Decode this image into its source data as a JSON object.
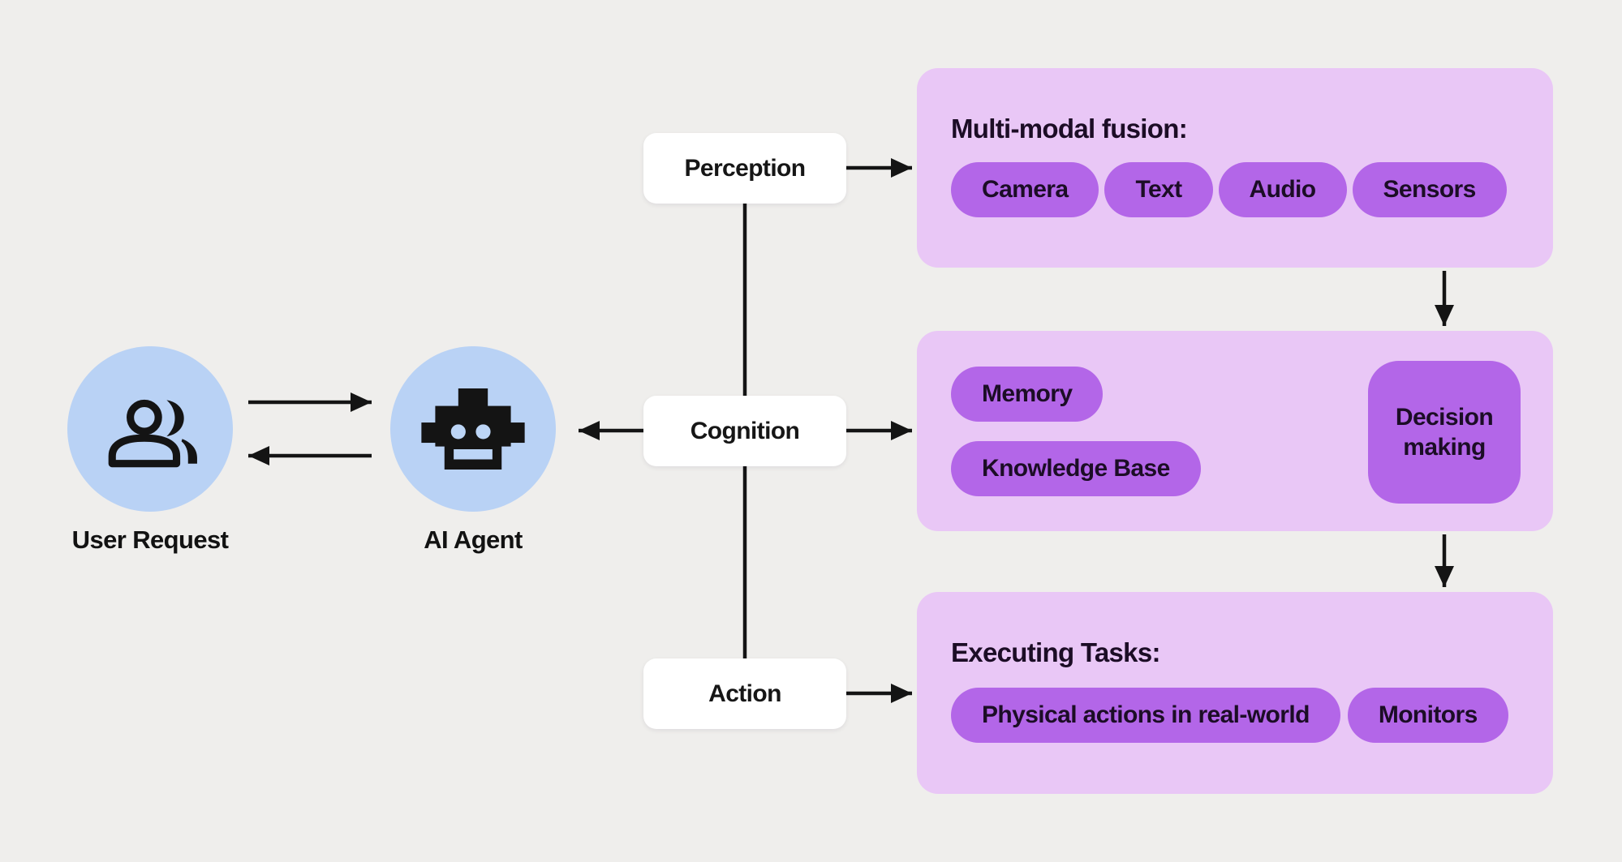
{
  "colors": {
    "background": "#efeeec",
    "panel": "#e9c7f6",
    "pill": "#b366e8",
    "circle": "#b9d2f5",
    "line": "#141414",
    "ink": "#1c0d26",
    "box": "#ffffff"
  },
  "actors": {
    "user": {
      "label": "User Request",
      "icon": "user-group-icon"
    },
    "agent": {
      "label": "AI Agent",
      "icon": "robot-icon"
    }
  },
  "stages": {
    "perception": "Perception",
    "cognition": "Cognition",
    "action": "Action"
  },
  "panels": {
    "perception": {
      "heading": "Multi-modal fusion:",
      "pills": [
        "Camera",
        "Text",
        "Audio",
        "Sensors"
      ]
    },
    "cognition": {
      "pills": [
        "Memory",
        "Knowledge Base"
      ],
      "decision": "Decision making"
    },
    "action": {
      "heading": "Executing Tasks:",
      "pills": [
        "Physical actions in real-world",
        "Monitors"
      ]
    }
  }
}
